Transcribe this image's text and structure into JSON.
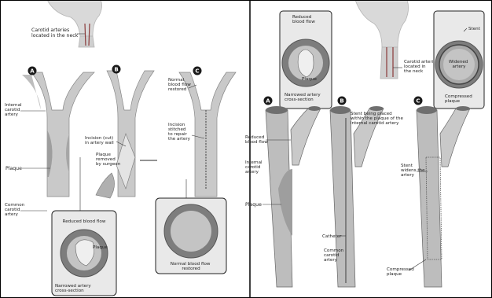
{
  "left_panel": {
    "head_label": [
      "Carotid arteries",
      "located in the neck"
    ],
    "step_badges": [
      "A",
      "B",
      "C"
    ],
    "labels": {
      "internal_carotid": [
        "Internal",
        "carotid",
        "artery"
      ],
      "plaque": "Plaque",
      "common_carotid": [
        "Common",
        "carotid",
        "artery"
      ],
      "incision_cut": [
        "Incision (cut)",
        "in artery wall"
      ],
      "plaque_removed": [
        "Plaque",
        "removed",
        "by surgeon"
      ],
      "normal_flow_restored": [
        "Normal",
        "blood flow",
        "restored"
      ],
      "incision_stitched": [
        "Incision",
        "stitched",
        "to repair",
        "the artery"
      ]
    },
    "cross_section_a": {
      "title": "Reduced blood flow",
      "inner_label": "Plaque",
      "caption": [
        "Narrowed artery",
        "cross-section"
      ]
    },
    "cross_section_c": {
      "caption": [
        "Normal blood flow",
        "restored"
      ]
    }
  },
  "right_panel": {
    "head_label": [
      "Carotid arteries",
      "located in",
      "the neck"
    ],
    "step_badges": [
      "A",
      "B",
      "C"
    ],
    "inset_left": {
      "title": [
        "Reduced",
        "blood flow"
      ],
      "inner_label": "Plaque",
      "caption": [
        "Narrowed artery",
        "cross-section"
      ]
    },
    "inset_right": {
      "stent_label": "Stent",
      "inner_label": [
        "Widened",
        "artery"
      ],
      "caption": [
        "Compressed",
        "plaque"
      ]
    },
    "labels": {
      "reduced_flow": [
        "Reduced",
        "blood flow"
      ],
      "internal_carotid": [
        "Internal",
        "carotid",
        "artery"
      ],
      "plaque": "Plaque",
      "stent_placed": [
        "Stent being placed",
        "within the plaque of the",
        "internal carotid artery"
      ],
      "catheter": "Catheter",
      "common_carotid": [
        "Common",
        "carotid",
        "artery"
      ],
      "stent_widens": [
        "Stent",
        "widens the",
        "artery"
      ],
      "compressed_plaque": [
        "Compressed",
        "plaque"
      ]
    }
  }
}
